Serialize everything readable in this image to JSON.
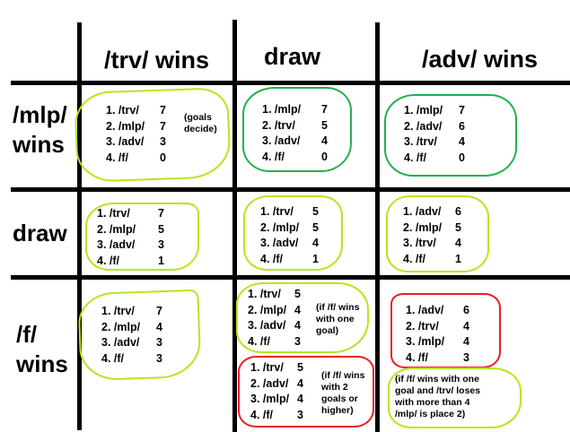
{
  "column_headers": [
    "/trv/ wins",
    "draw",
    "/adv/ wins"
  ],
  "row_headers": [
    [
      "/mlp/",
      "wins"
    ],
    [
      "draw"
    ],
    [
      "/f/",
      "wins"
    ]
  ],
  "cells": [
    {
      "color": "#b5e61d",
      "rows": [
        {
          "team": "1. /trv/",
          "score": "7"
        },
        {
          "team": "2. /mlp/",
          "score": "7"
        },
        {
          "team": "3. /adv/",
          "score": "3"
        },
        {
          "team": "4. /f/",
          "score": "0"
        }
      ],
      "note": [
        "(goals",
        "decide)"
      ]
    },
    {
      "color": "#22b14c",
      "rows": [
        {
          "team": "1. /mlp/",
          "score": "7"
        },
        {
          "team": "2. /trv/",
          "score": "5"
        },
        {
          "team": "3. /adv/",
          "score": "4"
        },
        {
          "team": "4. /f/",
          "score": "0"
        }
      ]
    },
    {
      "color": "#22b14c",
      "rows": [
        {
          "team": "1. /mlp/",
          "score": "7"
        },
        {
          "team": "2. /adv/",
          "score": "6"
        },
        {
          "team": "3. /trv/",
          "score": "4"
        },
        {
          "team": "4. /f/",
          "score": "0"
        }
      ]
    },
    {
      "color": "#b5e61d",
      "rows": [
        {
          "team": "1. /trv/",
          "score": "7"
        },
        {
          "team": "2. /mlp/",
          "score": "5"
        },
        {
          "team": "3. /adv/",
          "score": "3"
        },
        {
          "team": "4. /f/",
          "score": "1"
        }
      ]
    },
    {
      "color": "#b5e61d",
      "rows": [
        {
          "team": "1. /trv/",
          "score": "5"
        },
        {
          "team": "2. /mlp/",
          "score": "5"
        },
        {
          "team": "3. /adv/",
          "score": "4"
        },
        {
          "team": "4. /f/",
          "score": "1"
        }
      ]
    },
    {
      "color": "#b5e61d",
      "rows": [
        {
          "team": "1. /adv/",
          "score": "6"
        },
        {
          "team": "2. /mlp/",
          "score": "5"
        },
        {
          "team": "3. /trv/",
          "score": "4"
        },
        {
          "team": "4. /f/",
          "score": "1"
        }
      ]
    },
    {
      "color": "#b5e61d",
      "rows": [
        {
          "team": "1. /trv/",
          "score": "7"
        },
        {
          "team": "2. /mlp/",
          "score": "4"
        },
        {
          "team": "3. /adv/",
          "score": "3"
        },
        {
          "team": "4. /f/",
          "score": "3"
        }
      ]
    },
    {
      "color": "#b5e61d",
      "rows": [
        {
          "team": "1. /trv/",
          "score": "5"
        },
        {
          "team": "2. /mlp/",
          "score": "4"
        },
        {
          "team": "3. /adv/",
          "score": "4"
        },
        {
          "team": "4. /f/",
          "score": "3"
        }
      ],
      "note": [
        "(if /f/ wins",
        "with one",
        "goal)"
      ]
    },
    {
      "color": "#ed1c24",
      "rows": [
        {
          "team": "1. /trv/",
          "score": "5"
        },
        {
          "team": "2. /adv/",
          "score": "4"
        },
        {
          "team": "3. /mlp/",
          "score": "4"
        },
        {
          "team": "4. /f/",
          "score": "3"
        }
      ],
      "note": [
        "(if /f/ wins",
        "with 2",
        "goals or",
        "higher)"
      ]
    },
    {
      "color": "#ed1c24",
      "rows": [
        {
          "team": "1. /adv/",
          "score": "6"
        },
        {
          "team": "2. /trv/",
          "score": "4"
        },
        {
          "team": "3. /mlp/",
          "score": "4"
        },
        {
          "team": "4. /f/",
          "score": "3"
        }
      ]
    }
  ],
  "footnote": {
    "color": "#b5e61d",
    "lines": [
      "(if /f/ wins with one",
      "goal and /trv/ loses",
      "with more than 4",
      "/mlp/ is place 2)"
    ]
  }
}
